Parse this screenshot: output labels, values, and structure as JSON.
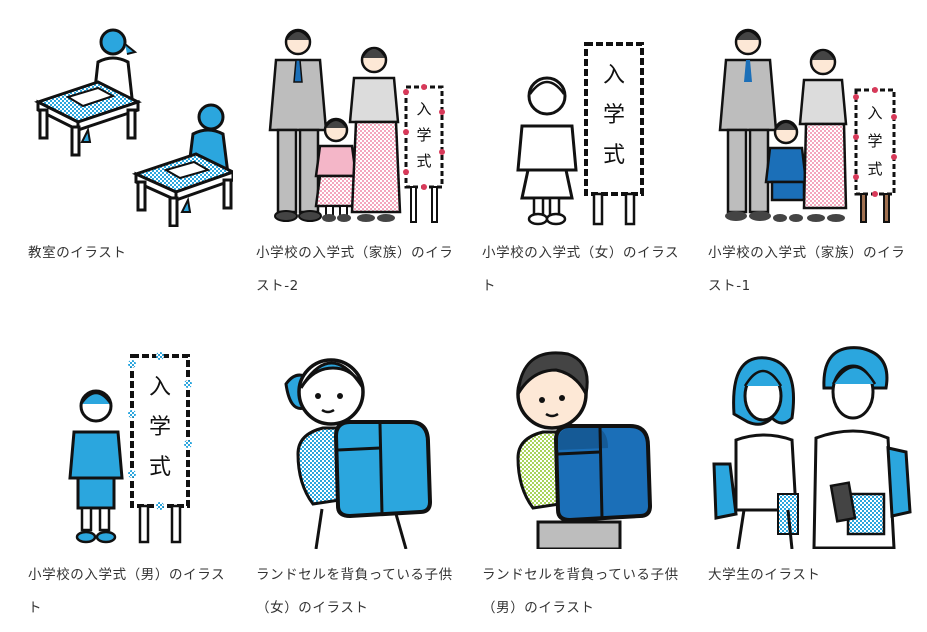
{
  "colors": {
    "text": "#333333",
    "accent_blue": "#2ba6de",
    "dark_blue": "#1b6fb8",
    "outline": "#111111",
    "suit_gray": "#bdbdbd",
    "pink": "#f4b6c8",
    "flower_red": "#d83a5a",
    "skin": "#fde8d6",
    "hair_dark": "#444444",
    "check_green": "#a9d45a"
  },
  "items": [
    {
      "label": "教室のイラスト",
      "icon": "classroom-illustration"
    },
    {
      "label": "小学校の入学式（家族）のイラスト-2",
      "icon": "entrance-ceremony-family-2-illustration"
    },
    {
      "label": "小学校の入学式（女）のイラスト",
      "icon": "entrance-ceremony-girl-illustration"
    },
    {
      "label": "小学校の入学式（家族）のイラスト-1",
      "icon": "entrance-ceremony-family-1-illustration"
    },
    {
      "label": "小学校の入学式（男）のイラスト",
      "icon": "entrance-ceremony-boy-illustration"
    },
    {
      "label": "ランドセルを背負っている子供（女）のイラスト",
      "icon": "girl-with-randoseru-illustration"
    },
    {
      "label": "ランドセルを背負っている子供（男）のイラスト",
      "icon": "boy-with-randoseru-illustration"
    },
    {
      "label": "大学生のイラスト",
      "icon": "university-students-illustration"
    }
  ],
  "signboard_text": [
    "入",
    "学",
    "式"
  ]
}
